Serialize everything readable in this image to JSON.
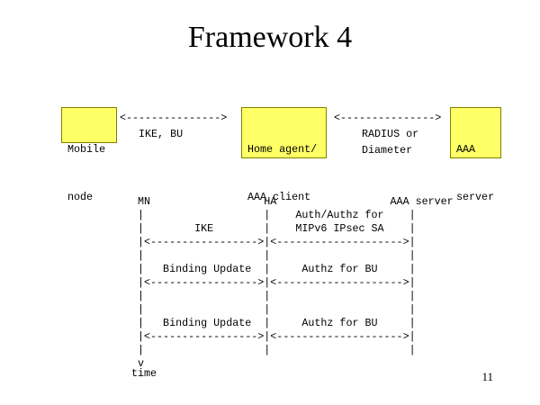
{
  "slide": {
    "title": "Framework 4",
    "page_number": "11",
    "box_color": "#ffff66"
  },
  "top_diagram": {
    "mobile_node": [
      "Mobile",
      "node"
    ],
    "home_agent": [
      "Home agent/",
      "AAA client"
    ],
    "aaa_server": [
      "AAA",
      "server"
    ],
    "arrow_left": "<--------------->",
    "arrow_right": "<--------------->",
    "label_left": "IKE, BU",
    "label_right": [
      "RADIUS or",
      "Diameter"
    ]
  },
  "sequence": {
    "lines": [
      "MN                  HA                  AAA server",
      "|                   |    Auth/Authz for    |",
      "|        IKE        |    MIPv6 IPsec SA    |",
      "|<----------------->|<-------------------->|",
      "|                   |                      |",
      "|   Binding Update  |     Authz for BU     |",
      "|<----------------->|<-------------------->|",
      "|                   |                      |",
      "|                   |                      |",
      "|   Binding Update  |     Authz for BU     |",
      "|<----------------->|<-------------------->|",
      "|                   |                      |",
      "v",
      "time"
    ]
  }
}
